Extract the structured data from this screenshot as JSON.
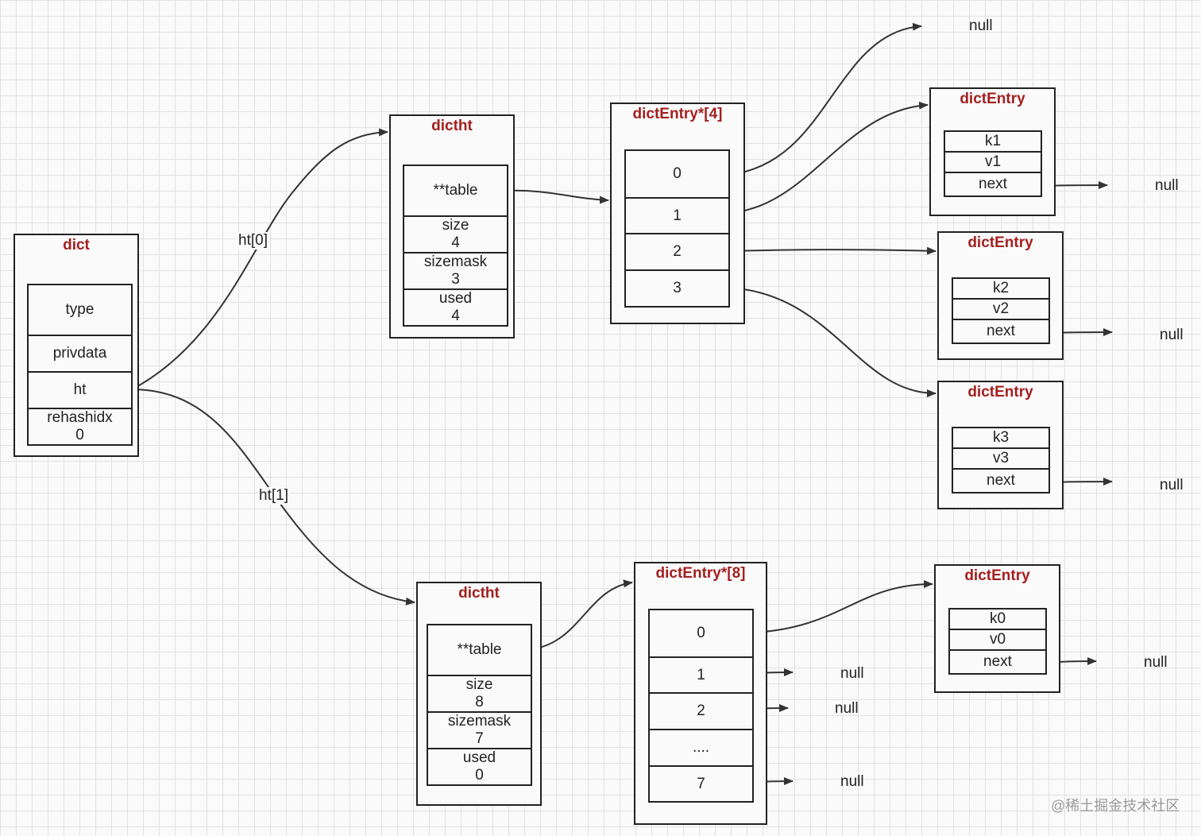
{
  "dict": {
    "title": "dict",
    "fields": [
      {
        "name": "type",
        "value": ""
      },
      {
        "name": "privdata",
        "value": ""
      },
      {
        "name": "ht",
        "value": ""
      },
      {
        "name": "rehashidx",
        "value": "0"
      }
    ]
  },
  "edges": {
    "ht0": "ht[0]",
    "ht1": "ht[1]"
  },
  "dictht0": {
    "title": "dictht",
    "fields": [
      {
        "name": "**table",
        "value": ""
      },
      {
        "name": "size",
        "value": "4"
      },
      {
        "name": "sizemask",
        "value": "3"
      },
      {
        "name": "used",
        "value": "4"
      }
    ]
  },
  "dictht1": {
    "title": "dictht",
    "fields": [
      {
        "name": "**table",
        "value": ""
      },
      {
        "name": "size",
        "value": "8"
      },
      {
        "name": "sizemask",
        "value": "7"
      },
      {
        "name": "used",
        "value": "0"
      }
    ]
  },
  "array0": {
    "title": "dictEntry*[4]",
    "slots": [
      "0",
      "1",
      "2",
      "3"
    ]
  },
  "array1": {
    "title": "dictEntry*[8]",
    "slots": [
      "0",
      "1",
      "2",
      "....",
      "7"
    ]
  },
  "entries": [
    {
      "title": "dictEntry",
      "key": "k1",
      "val": "v1",
      "next": "next"
    },
    {
      "title": "dictEntry",
      "key": "k2",
      "val": "v2",
      "next": "next"
    },
    {
      "title": "dictEntry",
      "key": "k3",
      "val": "v3",
      "next": "next"
    },
    {
      "title": "dictEntry",
      "key": "k0",
      "val": "v0",
      "next": "next"
    }
  ],
  "nulls": {
    "slot0": "null",
    "k1_next": "null",
    "k2_next": "null",
    "k3_next": "null",
    "b_slot1": "null",
    "b_slot2": "null",
    "b_slot7": "null",
    "k0_next": "null"
  },
  "watermark": "@稀土掘金技术社区",
  "colors": {
    "title": "#a41f1f",
    "line": "#222222",
    "grid": "#e2e2e2",
    "watermark": "#9a9a9a"
  }
}
